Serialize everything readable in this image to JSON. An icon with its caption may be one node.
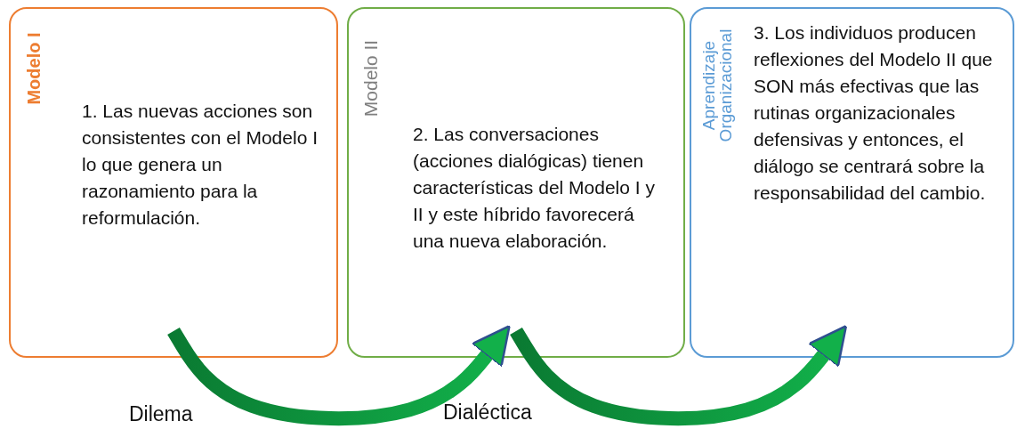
{
  "diagram": {
    "nodes": [
      {
        "text": [
          "Modelo I",
          "1. Las nuevas acciones son consistentes con el Modelo I lo que genera un razonamiento para la reformulación."
        ]
      },
      {
        "text": [
          "Modelo II",
          "2. Las conversaciones (acciones dialógicas) tienen características del Modelo I y II y este híbrido favorecerá una nueva elaboración."
        ]
      },
      {
        "text": [
          "Aprendizaje Organizacional",
          "3. Los individuos producen reflexiones del Modelo II que SON más efectivas que las rutinas organizacionales defensivas y entonces, el diálogo se centrará sobre la responsabilidad del cambio."
        ]
      }
    ],
    "edges": [
      {
        "from": 0,
        "to": 1,
        "arrow": "to"
      },
      {
        "from": 1,
        "to": 2,
        "arrow": "to"
      }
    ],
    "labels": [
      "Dilema",
      "Dialéctica"
    ]
  }
}
